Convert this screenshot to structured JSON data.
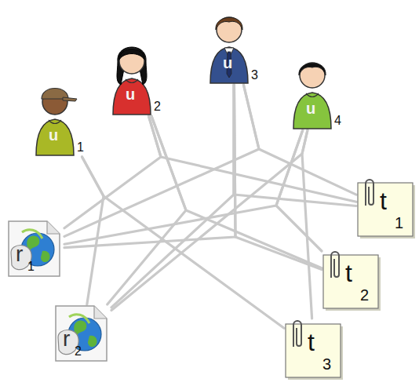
{
  "diagram": {
    "nodes": [
      {
        "text": [
          "u",
          "1"
        ]
      },
      {
        "text": [
          "u",
          "2"
        ]
      },
      {
        "text": [
          "u",
          "3"
        ]
      },
      {
        "text": [
          "u",
          "4"
        ]
      },
      {
        "text": [
          "r",
          "1"
        ]
      },
      {
        "text": [
          "r",
          "2"
        ]
      },
      {
        "text": [
          "t",
          "1"
        ]
      },
      {
        "text": [
          "t",
          "2"
        ]
      },
      {
        "text": [
          "t",
          "3"
        ]
      }
    ],
    "edges": [
      {
        "from": 1,
        "to": 4,
        "arrow": "none"
      },
      {
        "from": 1,
        "to": 6,
        "arrow": "none"
      },
      {
        "from": 2,
        "to": 4,
        "arrow": "none"
      },
      {
        "from": 2,
        "to": 6,
        "arrow": "none"
      },
      {
        "from": 1,
        "to": 5,
        "arrow": "none"
      },
      {
        "from": 1,
        "to": 7,
        "arrow": "none"
      },
      {
        "from": 2,
        "to": 4,
        "arrow": "none"
      },
      {
        "from": 2,
        "to": 7,
        "arrow": "none"
      },
      {
        "from": 2,
        "to": 5,
        "arrow": "none"
      },
      {
        "from": 2,
        "to": 6,
        "arrow": "none"
      },
      {
        "from": 0,
        "to": 5,
        "arrow": "none"
      },
      {
        "from": 0,
        "to": 8,
        "arrow": "none"
      },
      {
        "from": 3,
        "to": 5,
        "arrow": "none"
      },
      {
        "from": 3,
        "to": 8,
        "arrow": "none"
      },
      {
        "from": 3,
        "to": 4,
        "arrow": "none"
      },
      {
        "from": 3,
        "to": 7,
        "arrow": "none"
      }
    ]
  }
}
